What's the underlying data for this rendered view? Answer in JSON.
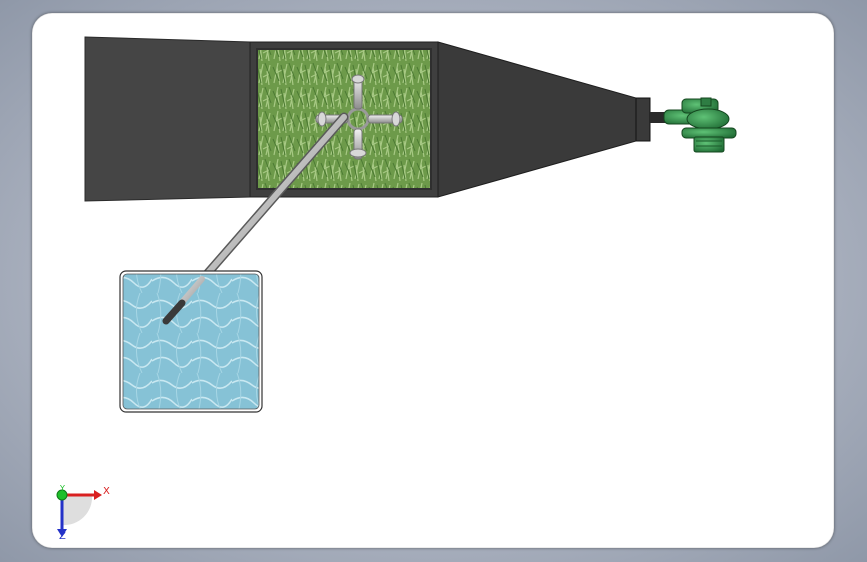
{
  "viewport": {
    "background": "#ffffff",
    "frame_color": "#a7aebc"
  },
  "model": {
    "duct_color": "#444444",
    "cone_color": "#3a3a3a",
    "grass_color": "#6f9a4c",
    "water_color": "#8cc6d8",
    "pump_color": "#2f8a47",
    "rod_color": "#c9c9c9"
  },
  "triad": {
    "x_label": "X",
    "y_label": "Y",
    "z_label": "Z",
    "x_color": "#d92020",
    "y_color": "#1fbf2a",
    "z_color": "#2432c8"
  }
}
